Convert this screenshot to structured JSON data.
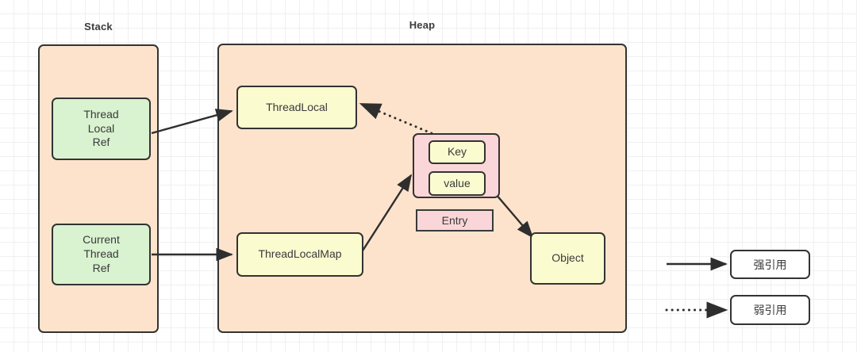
{
  "diagram": {
    "regions": [
      {
        "id": "stack",
        "title": "Stack"
      },
      {
        "id": "heap",
        "title": "Heap"
      }
    ],
    "nodes": [
      {
        "id": "thread-local-ref",
        "label": "Thread\nLocal\nRef",
        "color": "#d9f2d0"
      },
      {
        "id": "current-thread-ref",
        "label": "Current\nThread\nRef",
        "color": "#d9f2d0"
      },
      {
        "id": "thread-local",
        "label": "ThreadLocal",
        "color": "#fbfbd0"
      },
      {
        "id": "thread-local-map",
        "label": "ThreadLocalMap",
        "color": "#fbfbd0"
      },
      {
        "id": "entry-key",
        "label": "Key",
        "color": "#fbfbd0"
      },
      {
        "id": "entry-value",
        "label": "value",
        "color": "#fbfbd0"
      },
      {
        "id": "entry-label",
        "label": "Entry",
        "color": "#fbd6d9"
      },
      {
        "id": "object",
        "label": "Object",
        "color": "#fbfbd0"
      }
    ],
    "edges": [
      {
        "id": "threadlocalref-to-threadlocal",
        "from": "thread-local-ref",
        "to": "thread-local",
        "style": "solid"
      },
      {
        "id": "currentthreadref-to-threadlocalmap",
        "from": "current-thread-ref",
        "to": "thread-local-map",
        "style": "solid"
      },
      {
        "id": "threadlocalmap-to-entry",
        "from": "thread-local-map",
        "to": "entry",
        "style": "solid"
      },
      {
        "id": "entrykey-to-threadlocal",
        "from": "entry-key",
        "to": "thread-local",
        "style": "dotted"
      },
      {
        "id": "entryvalue-to-object",
        "from": "entry-value",
        "to": "object",
        "style": "solid"
      }
    ],
    "legend": [
      {
        "id": "strong-reference",
        "label": "强引用",
        "style": "solid"
      },
      {
        "id": "weak-reference",
        "label": "弱引用",
        "style": "dotted"
      }
    ],
    "colors": {
      "container_fill": "#fde3cc",
      "stroke": "#333333",
      "green_fill": "#d9f2d0",
      "yellow_fill": "#fbfbd0",
      "pink_fill": "#fbd6d9",
      "grid_line": "#e4e4e4",
      "background": "#ffffff"
    }
  }
}
